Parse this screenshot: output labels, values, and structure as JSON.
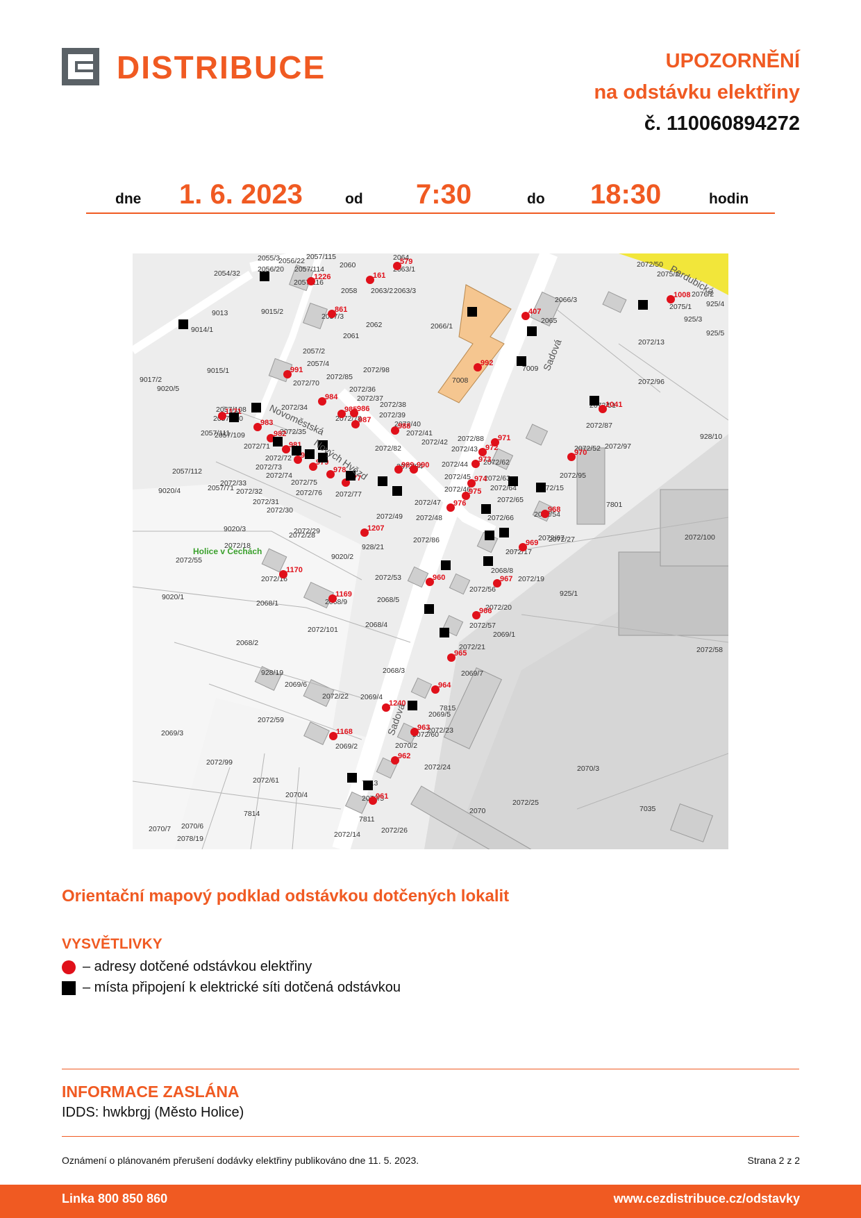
{
  "header": {
    "logo_text": "DISTRIBUCE",
    "title_line1": "UPOZORNĚNÍ",
    "title_line2": "na odstávku elektřiny",
    "number": "č. 110060894272"
  },
  "schedule": {
    "label_day": "dne",
    "date": "1. 6. 2023",
    "label_from": "od",
    "time_from": "7:30",
    "label_to": "do",
    "time_to": "18:30",
    "label_hours": "hodin"
  },
  "map": {
    "town": "Holice v Čechách",
    "streets": [
      "Sadová",
      "Pardubická",
      "Nových Hvězd",
      "Novoměstská"
    ],
    "parcels": [
      "2055/3",
      "2056/22",
      "2057/115",
      "2060",
      "2064",
      "2054/32",
      "2056/20",
      "2057/114",
      "2057/116",
      "2063/1",
      "2058",
      "2063/2",
      "2063/3",
      "9013",
      "9015/2",
      "2057/3",
      "2061",
      "2062",
      "2066/1",
      "9014/1",
      "2057/2",
      "2057/4",
      "9015/1",
      "2072/70",
      "2072/85",
      "2072/98",
      "7008",
      "7009",
      "2066/3",
      "2065",
      "2072/50",
      "2075/2",
      "2076/2",
      "925/4",
      "2075/1",
      "925/3",
      "925/5",
      "2072/13",
      "2072/96",
      "9017/2",
      "9020/5",
      "2072/36",
      "2072/37",
      "2072/34",
      "2072/38",
      "2072/39",
      "2057/108",
      "2057/110",
      "2072/78",
      "2072/40",
      "2072/51",
      "2072/87",
      "928/10",
      "2057/111",
      "2057/109",
      "2072/35",
      "2072/41",
      "2072/42",
      "2072/88",
      "2072/43",
      "2072/52",
      "2072/97",
      "2072/71",
      "2072/72",
      "2072/82",
      "2072/44",
      "2072/62",
      "2072/95",
      "2057/112",
      "2072/73",
      "2072/74",
      "2072/84",
      "2072/45",
      "2072/63",
      "2072/15",
      "2057/71",
      "2072/33",
      "2072/75",
      "2072/46",
      "2072/64",
      "9020/4",
      "2072/32",
      "2072/76",
      "2072/77",
      "2072/47",
      "2072/65",
      "2072/54",
      "7801",
      "2072/31",
      "2072/30",
      "2072/49",
      "2072/48",
      "2072/66",
      "9020/3",
      "2072/29",
      "2072/28",
      "2072/86",
      "2072/67",
      "2072/18",
      "928/21",
      "2072/27",
      "2072/100",
      "2072/55",
      "9020/2",
      "2072/17",
      "2068/8",
      "2072/16",
      "2072/53",
      "2072/19",
      "2068/5",
      "2072/56",
      "925/1",
      "9020/1",
      "2068/9",
      "2068/1",
      "2072/20",
      "2068/4",
      "2072/57",
      "2072/101",
      "2068/2",
      "2069/1",
      "2072/21",
      "2068/3",
      "2072/58",
      "928/19",
      "2069/6",
      "2069/7",
      "2072/22",
      "2069/4",
      "2069/5",
      "2072/59",
      "7815",
      "2069/2",
      "2072/23",
      "2069/3",
      "2072/60",
      "2070/2",
      "2072/99",
      "2072/24",
      "2070/3",
      "2072/61",
      "7813",
      "2070/4",
      "2072/25",
      "2070/5",
      "7035",
      "7814",
      "7811",
      "2070",
      "2070/6",
      "2070/7",
      "2072/14",
      "2072/26",
      "2078/19"
    ],
    "affected_addresses": [
      "579",
      "1226",
      "161",
      "861",
      "407",
      "1008",
      "992",
      "991",
      "1041",
      "984",
      "1171",
      "985",
      "986",
      "983",
      "987",
      "988",
      "982",
      "971",
      "981",
      "989",
      "990",
      "980",
      "972",
      "970",
      "979",
      "973",
      "978",
      "977",
      "974",
      "968",
      "975",
      "976",
      "1207",
      "969",
      "1170",
      "960",
      "967",
      "1169",
      "966",
      "965",
      "964",
      "1240",
      "963",
      "1168",
      "962",
      "961"
    ]
  },
  "map_caption": "Orientační mapový podklad odstávkou dotčených lokalit",
  "legend": {
    "title": "VYSVĚTLIVKY",
    "item_dot": "– adresy dotčené odstávkou elektřiny",
    "item_square": "– místa připojení k elektrické síti dotčená odstávkou"
  },
  "info": {
    "title": "INFORMACE ZASLÁNA",
    "text": "IDDS: hwkbrgj (Město Holice)"
  },
  "footer": {
    "note": "Oznámení o plánovaném přerušení dodávky elektřiny publikováno dne 11. 5. 2023.",
    "page": "Strana 2 z 2"
  },
  "bottom_bar": {
    "left": "Linka 800 850 860",
    "right": "www.cezdistribuce.cz/odstavky"
  },
  "colors": {
    "brand": "#f05a22",
    "logo_gray": "#5a6166",
    "affected_red": "#e0101a",
    "highlight_building": "#f5c690"
  }
}
